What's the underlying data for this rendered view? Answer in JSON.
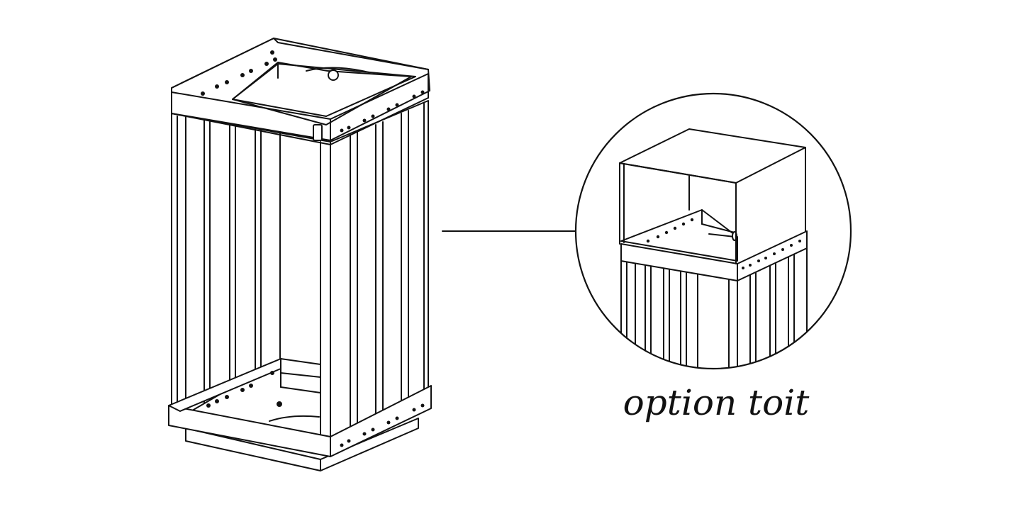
{
  "diagram": {
    "caption": "option toit",
    "colors": {
      "line": "#111111",
      "background": "#ffffff"
    },
    "parts": {
      "main": "bin-frame-without-roof",
      "detail": "bin-top-with-roof-option"
    }
  }
}
